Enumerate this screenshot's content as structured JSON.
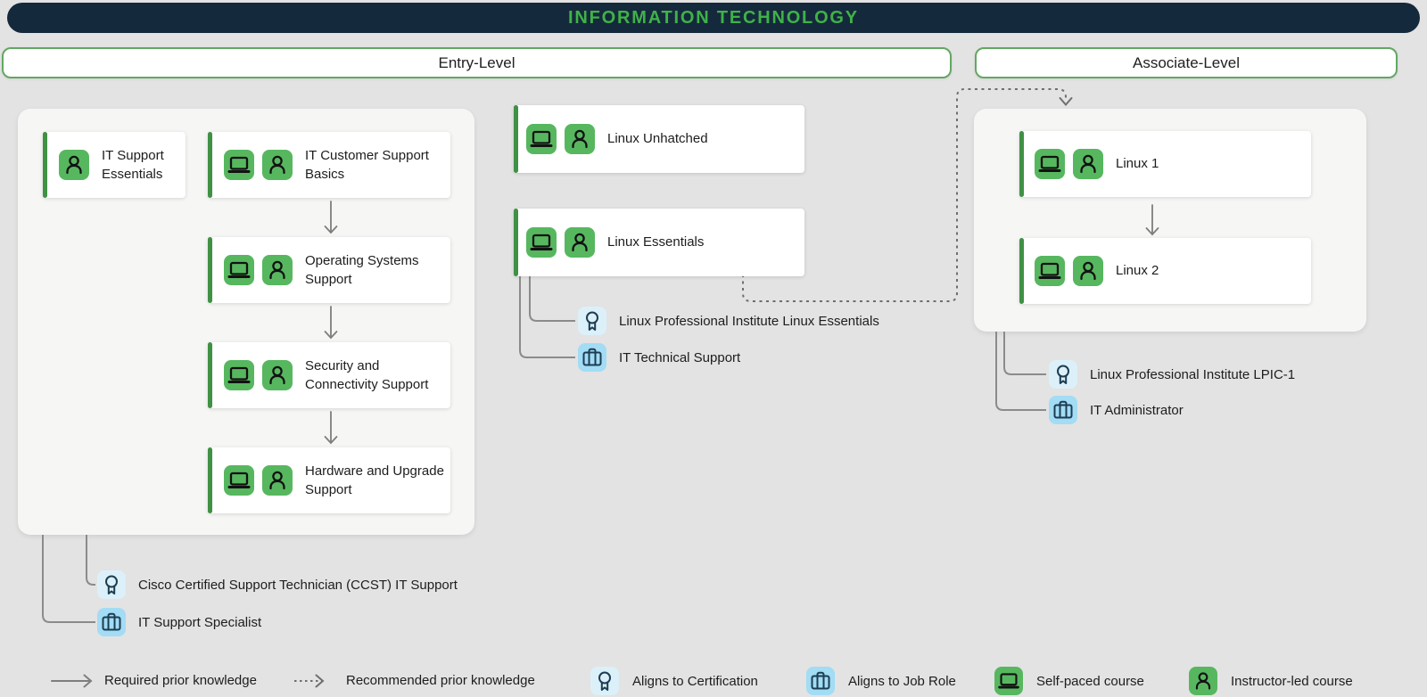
{
  "banner": {
    "title": "INFORMATION TECHNOLOGY"
  },
  "levels": [
    {
      "label": "Entry-Level"
    },
    {
      "label": "Associate-Level"
    }
  ],
  "cards": [
    {
      "title": "IT Support Essentials",
      "icons": [
        "instructor-led"
      ]
    },
    {
      "title": "IT Customer Support Basics",
      "icons": [
        "self-paced",
        "instructor-led"
      ]
    },
    {
      "title": "Operating Systems Support",
      "icons": [
        "self-paced",
        "instructor-led"
      ]
    },
    {
      "title": "Security and Connectivity Support",
      "icons": [
        "self-paced",
        "instructor-led"
      ]
    },
    {
      "title": "Hardware and Upgrade Support",
      "icons": [
        "self-paced",
        "instructor-led"
      ]
    },
    {
      "title": "Linux Unhatched",
      "icons": [
        "self-paced",
        "instructor-led"
      ]
    },
    {
      "title": "Linux Essentials",
      "icons": [
        "self-paced",
        "instructor-led"
      ]
    },
    {
      "title": "Linux 1",
      "icons": [
        "self-paced",
        "instructor-led"
      ]
    },
    {
      "title": "Linux 2",
      "icons": [
        "self-paced",
        "instructor-led"
      ]
    }
  ],
  "annotations": {
    "entry": [
      {
        "type": "certification",
        "label": "Cisco Certified Support Technician (CCST) IT Support"
      },
      {
        "type": "job-role",
        "label": "IT Support Specialist"
      }
    ],
    "linux_essentials": [
      {
        "type": "certification",
        "label": "Linux Professional Institute Linux Essentials"
      },
      {
        "type": "job-role",
        "label": "IT Technical Support"
      }
    ],
    "associate": [
      {
        "type": "certification",
        "label": "Linux Professional Institute LPIC-1"
      },
      {
        "type": "job-role",
        "label": "IT Administrator"
      }
    ]
  },
  "legend": {
    "items": [
      {
        "type": "arrow-solid",
        "label": "Required prior knowledge"
      },
      {
        "type": "arrow-dashed",
        "label": "Recommended prior knowledge"
      },
      {
        "type": "certification",
        "label": "Aligns to Certification"
      },
      {
        "type": "job-role",
        "label": "Aligns to Job Role"
      },
      {
        "type": "self-paced",
        "label": "Self-paced course"
      },
      {
        "type": "instructor-led",
        "label": "Instructor-led course"
      }
    ]
  },
  "colors": {
    "banner_bg": "#15293c",
    "banner_text": "#3fb247",
    "page_bg": "#e3e3e3",
    "accent_green": "#57b75f",
    "accent_green_dark": "#3f9144",
    "pill_border": "#62a862",
    "cert_icon_bg": "#dcf0f9",
    "job_icon_bg": "#a2dcf5",
    "icon_glyph_navy": "#1c3d52",
    "connector_gray": "#8b8b8b"
  }
}
